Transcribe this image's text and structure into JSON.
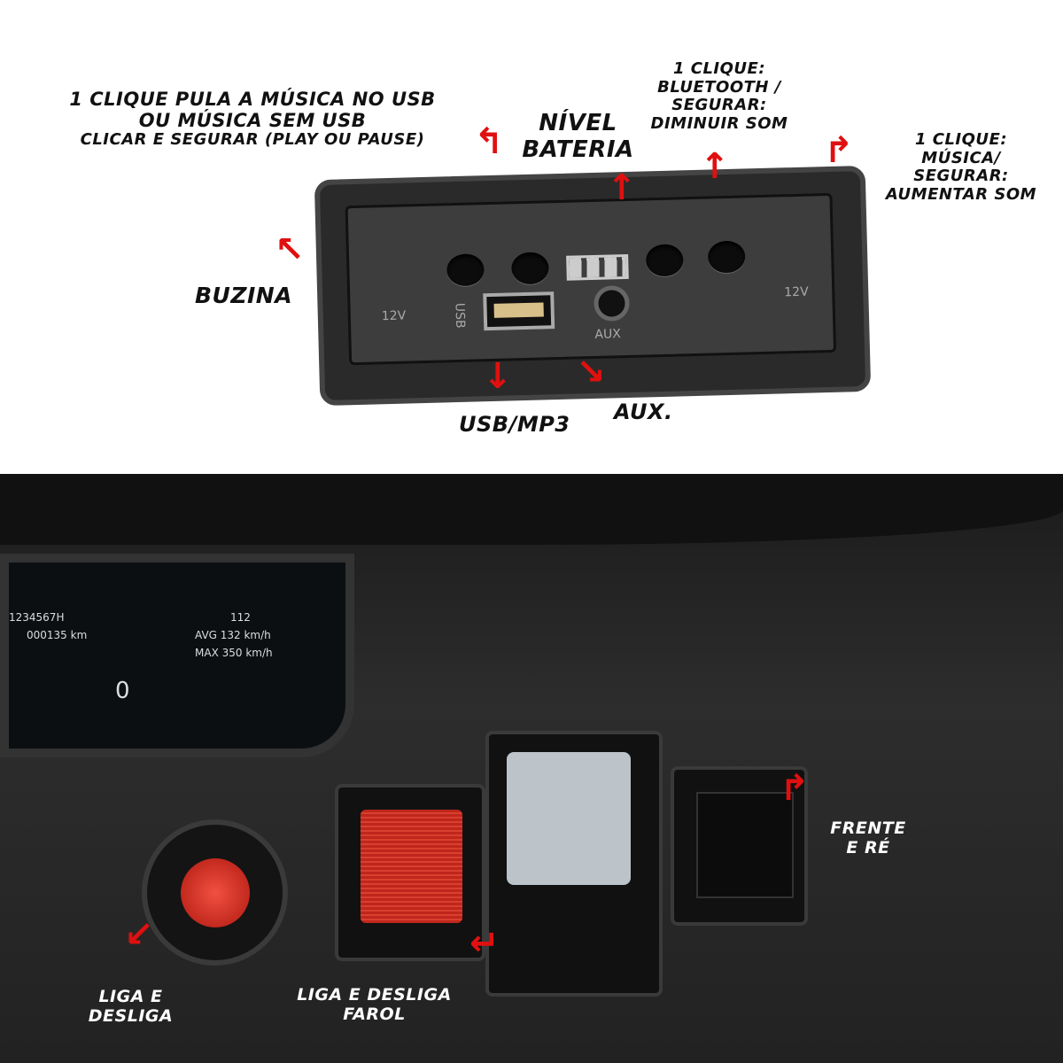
{
  "labels": {
    "skip": [
      "1 CLIQUE PULA A MÚSICA NO USB",
      "OU MÚSICA SEM USB",
      "CLICAR E SEGURAR (PLAY OU PAUSE)"
    ],
    "battery": [
      "NÍVEL",
      "BATERIA"
    ],
    "bluetooth": [
      "1 CLIQUE:",
      "BLUETOOTH /",
      "SEGURAR:",
      "DIMINUIR SOM"
    ],
    "music": [
      "1 CLIQUE:",
      "MÚSICA/",
      "SEGURAR:",
      "AUMENTAR SOM"
    ],
    "horn": "BUZINA",
    "usb": "USB/MP3",
    "aux": "AUX.",
    "forward_reverse": [
      "FRENTE",
      "E RÉ"
    ],
    "power": [
      "LIGA E",
      "DESLIGA"
    ],
    "headlight": [
      "LIGA E DESLIGA",
      "FAROL"
    ]
  },
  "panel": {
    "usb_text": "USB",
    "aux_text": "AUX",
    "volt_left": "12V",
    "volt_right": "12V"
  },
  "cluster": {
    "odometer": "1234567H",
    "trip": "000135 km",
    "speed": "0",
    "top": "112",
    "avg": "AVG 132 km/h",
    "max": "MAX 350 km/h"
  },
  "colors": {
    "arrow": "#e01010",
    "switch_red": "#c0261b"
  }
}
